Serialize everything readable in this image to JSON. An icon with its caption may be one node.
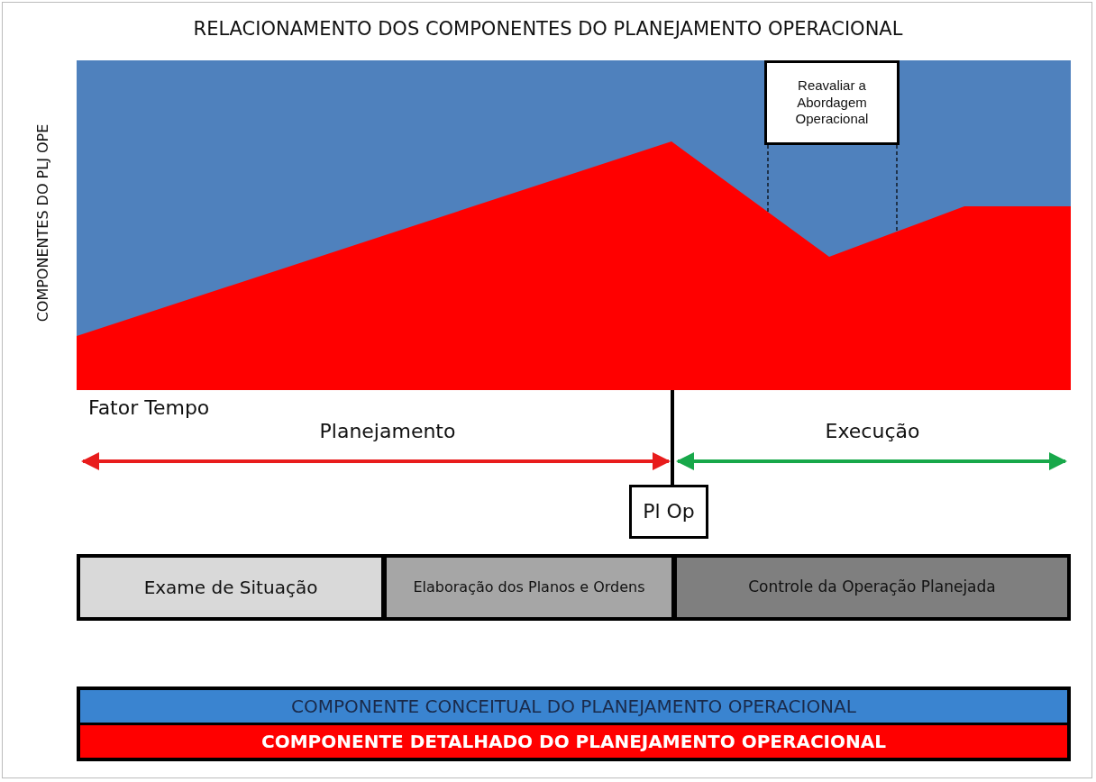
{
  "diagram": {
    "title": "RELACIONAMENTO DOS COMPONENTES DO PLANEJAMENTO OPERACIONAL",
    "nodes": [
      {
        "text": [
          "Reavaliar a Abordagem Operacional"
        ]
      },
      {
        "text": [
          "Pl Op"
        ]
      },
      {
        "text": [
          "Exame de Situação"
        ]
      },
      {
        "text": [
          "Elaboração dos Planos e Ordens"
        ]
      },
      {
        "text": [
          "Controle da Operação Planejada"
        ]
      }
    ],
    "edges": [
      {
        "from": 0,
        "to": null,
        "arrow": "none",
        "style": "dashed"
      },
      {
        "from": 0,
        "to": null,
        "arrow": "none",
        "style": "dashed"
      },
      {
        "from": null,
        "to": 1,
        "arrow": "none",
        "style": "thick"
      }
    ],
    "labels": [
      "COMPONENTES DO PLJ OPE",
      "Fator Tempo",
      "Planejamento",
      "Execução"
    ],
    "legend": [
      {
        "text": "COMPONENTE CONCEITUAL DO PLANEJAMENTO OPERACIONAL",
        "color": "#3a84d0"
      },
      {
        "text": "COMPONENTE DETALHADO DO PLANEJAMENTO OPERACIONAL",
        "color": "#ff0000"
      }
    ]
  }
}
